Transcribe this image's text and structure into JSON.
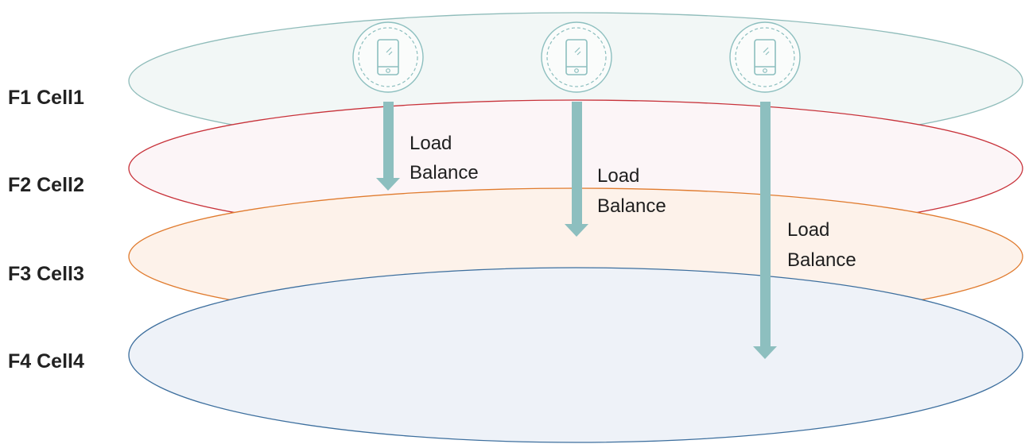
{
  "cells": [
    {
      "label": "F1 Cell1",
      "stroke": "#8fbcba",
      "fill": "#f2f7f6"
    },
    {
      "label": "F2 Cell2",
      "stroke": "#c8323a",
      "fill": "#fcf5f7"
    },
    {
      "label": "F3 Cell3",
      "stroke": "#e07b2e",
      "fill": "#fdf2ea"
    },
    {
      "label": "F4 Cell4",
      "stroke": "#3d6f9e",
      "fill": "#eef2f8"
    }
  ],
  "devices": [
    {
      "icon": "mobile-phone-icon",
      "arrow_to_cell": 2,
      "label_line1": "Load",
      "label_line2": "Balance"
    },
    {
      "icon": "mobile-phone-icon",
      "arrow_to_cell": 3,
      "label_line1": "Load",
      "label_line2": "Balance"
    },
    {
      "icon": "mobile-phone-icon",
      "arrow_to_cell": 4,
      "label_line1": "Load",
      "label_line2": "Balance"
    }
  ],
  "colors": {
    "arrow": "#8dbfbf",
    "device_circle": "#8dbfbf"
  }
}
